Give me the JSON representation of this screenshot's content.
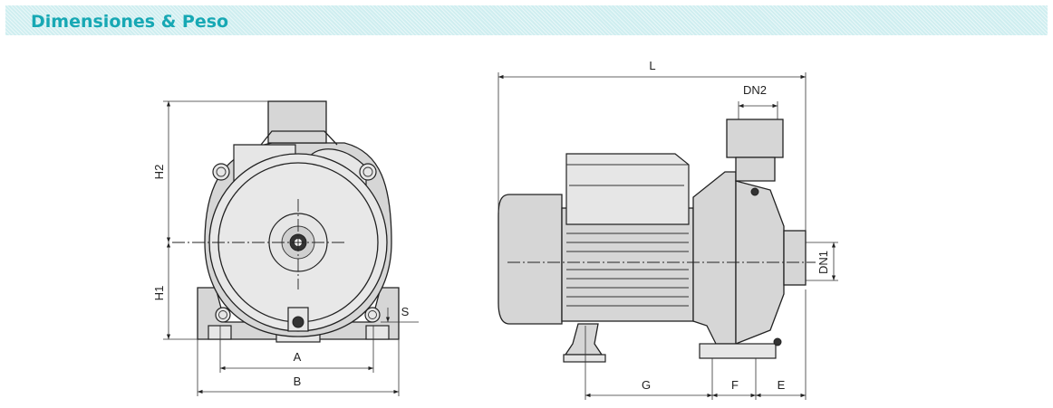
{
  "header": {
    "title": "Dimensiones & Peso"
  },
  "colors": {
    "header_bg": "#cfeef0",
    "header_text": "#17a8b4",
    "drawing_fill": "#d6d6d6"
  },
  "front_view": {
    "dimensions": {
      "h2": "H2",
      "h1": "H1",
      "a": "A",
      "b": "B",
      "s": "S"
    }
  },
  "side_view": {
    "dimensions": {
      "l": "L",
      "dn2": "DN2",
      "dn1": "DN1",
      "g": "G",
      "f": "F",
      "e": "E"
    }
  }
}
